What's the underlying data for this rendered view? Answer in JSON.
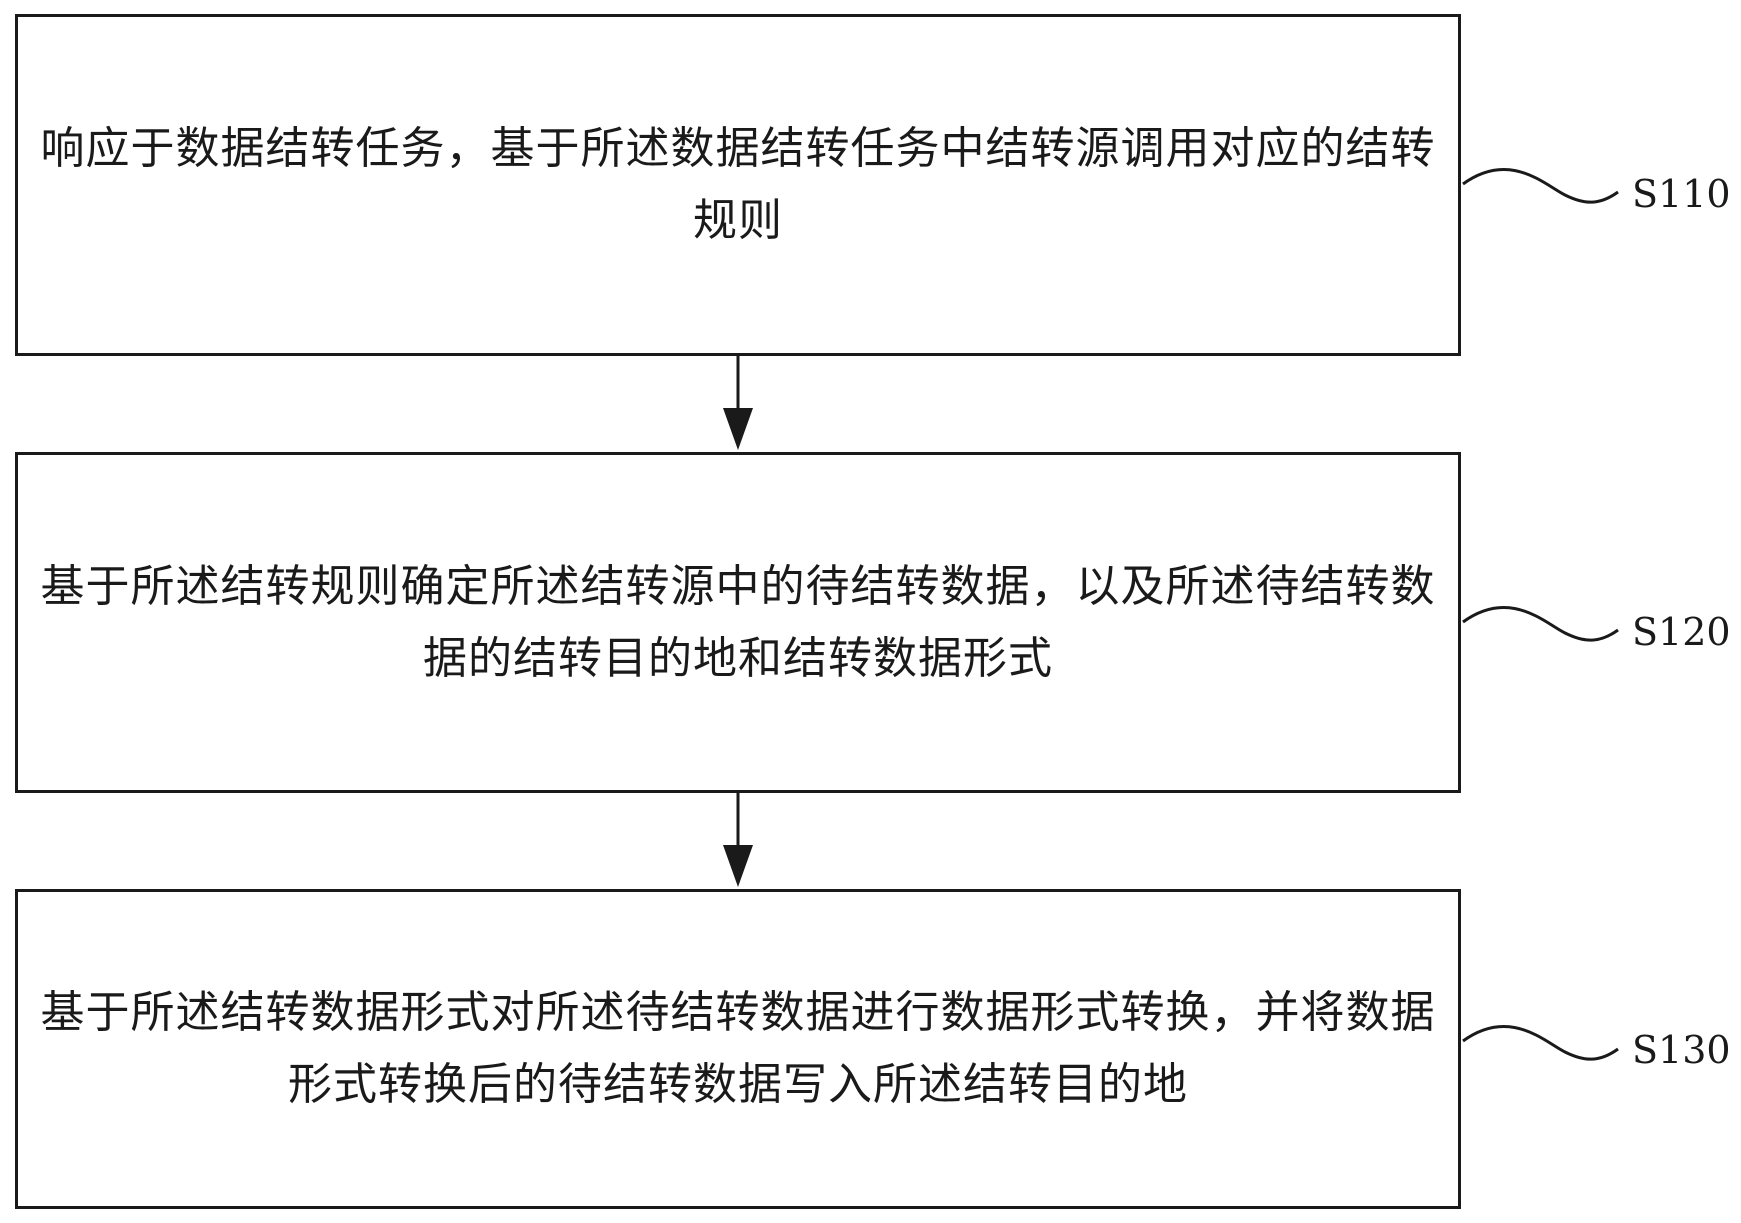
{
  "steps": [
    {
      "id": "S110",
      "text": "响应于数据结转任务，基于所述数据结转任务中结转源调用对应的结转规则"
    },
    {
      "id": "S120",
      "text": "基于所述结转规则确定所述结转源中的待结转数据，以及所述待结转数据的结转目的地和结转数据形式"
    },
    {
      "id": "S130",
      "text": "基于所述结转数据形式对所述待结转数据进行数据形式转换，并将数据形式转换后的待结转数据写入所述结转目的地"
    }
  ]
}
